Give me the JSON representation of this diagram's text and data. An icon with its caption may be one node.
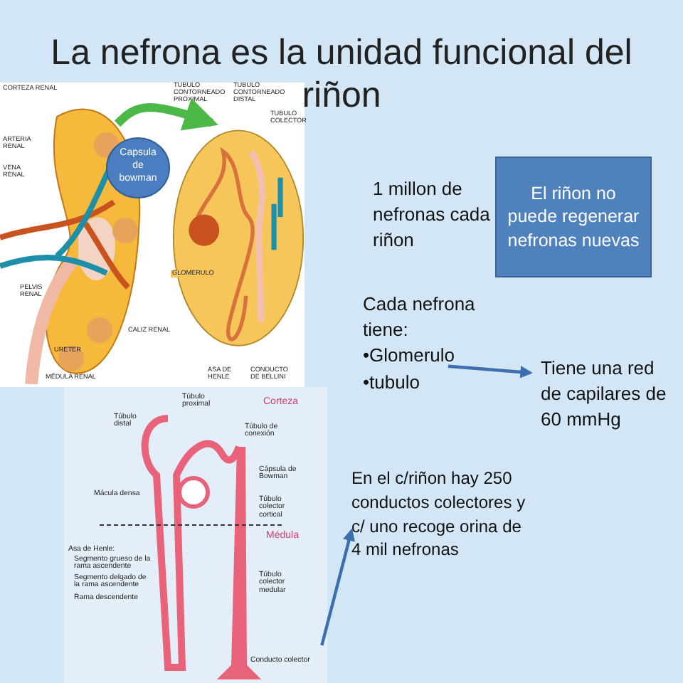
{
  "diagram": {
    "title": "La nefrona es la unidad funcional del riñon",
    "nodes": [
      {
        "text": [
          "Capsula de bowman"
        ]
      },
      {
        "text": [],
        "shape": "picture"
      },
      {
        "text": [],
        "shape": "picture"
      },
      {
        "text": [
          "1 millon de nefronas cada riñon"
        ]
      },
      {
        "text": [
          "El riñon no puede regenerar nefronas nuevas"
        ]
      },
      {
        "text": [
          "Cada nefrona tiene:",
          "•Glomerulo",
          "•tubulo"
        ]
      },
      {
        "text": [
          "Tiene una red de capilares de 60 mmHg"
        ]
      },
      {
        "text": [],
        "shape": "picture"
      },
      {
        "text": [
          "En el c/riñon hay 250 conductos colectores y c/ uno recoge orina de 4 mil nefronas"
        ]
      }
    ],
    "edges": [
      {
        "from": 1,
        "to": 2,
        "arrow": "to",
        "style": "thick",
        "color": "#4cb848"
      },
      {
        "from": 5,
        "to": 6,
        "arrow": "to"
      },
      {
        "from": 7,
        "to": 8,
        "arrow": "to"
      }
    ],
    "labels": [
      "CORTEZA RENAL",
      "ARTERIA RENAL",
      "VENA RENAL",
      "PELVIS RENAL",
      "URETER",
      "MÉDULA RENAL",
      "CALIZ RENAL",
      "TUBULO CONTORNEADO PROXIMAL",
      "TUBULO CONTORNEADO DISTAL",
      "TUBULO COLECTOR",
      "GLOMERULO",
      "ASA DE HENLE",
      "CONDUCTO DE BELLINI",
      "Túbulo proximal",
      "Corteza",
      "Túbulo distal",
      "Túbulo de conexión",
      "Cápsula de Bowman",
      "Mácula densa",
      "Túbulo colector cortical",
      "Médula",
      "Asa de Henle:",
      "Segmento grueso de la rama ascendente",
      "Segmento delgado de la rama ascendente",
      "Rama descendente",
      "Túbulo colector medular",
      "Conducto colector"
    ]
  }
}
